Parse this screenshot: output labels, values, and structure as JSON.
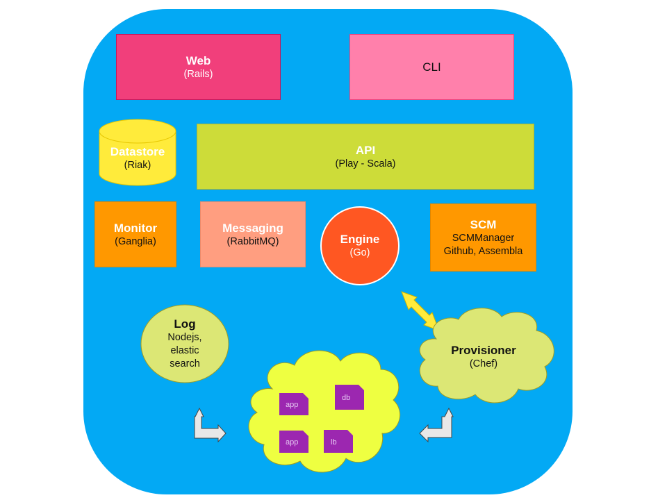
{
  "web": {
    "title": "Web",
    "sub": "(Rails)"
  },
  "cli": {
    "title": "CLI"
  },
  "datastore": {
    "title": "Datastore",
    "sub": "(Riak)"
  },
  "api": {
    "title": "API",
    "sub": "(Play - Scala)"
  },
  "monitor": {
    "title": "Monitor",
    "sub": "(Ganglia)"
  },
  "messaging": {
    "title": "Messaging",
    "sub": "(RabbitMQ)"
  },
  "engine": {
    "title": "Engine",
    "sub": "(Go)"
  },
  "scm": {
    "title": "SCM",
    "line1": "SCMManager",
    "line2": "Github, Assembla"
  },
  "log": {
    "title": "Log",
    "line1": "Nodejs,",
    "line2": "elastic",
    "line3": "search"
  },
  "provisioner": {
    "title": "Provisioner",
    "sub": "(Chef)"
  },
  "cloud_nodes": [
    "app",
    "db",
    "app",
    "lb"
  ],
  "colors": {
    "background_panel": "#03a9f4",
    "web": "#f13f7b",
    "cli": "#ff80ab",
    "datastore": "#ffeb3b",
    "api": "#cddc39",
    "monitor": "#ff9800",
    "messaging": "#ff9e80",
    "engine": "#ff5722",
    "scm": "#ff9800",
    "log": "#dce775",
    "provisioner": "#dce775",
    "cloud": "#eeff41",
    "node_chip": "#9c27b0",
    "double_arrow": "#ffeb3b"
  }
}
